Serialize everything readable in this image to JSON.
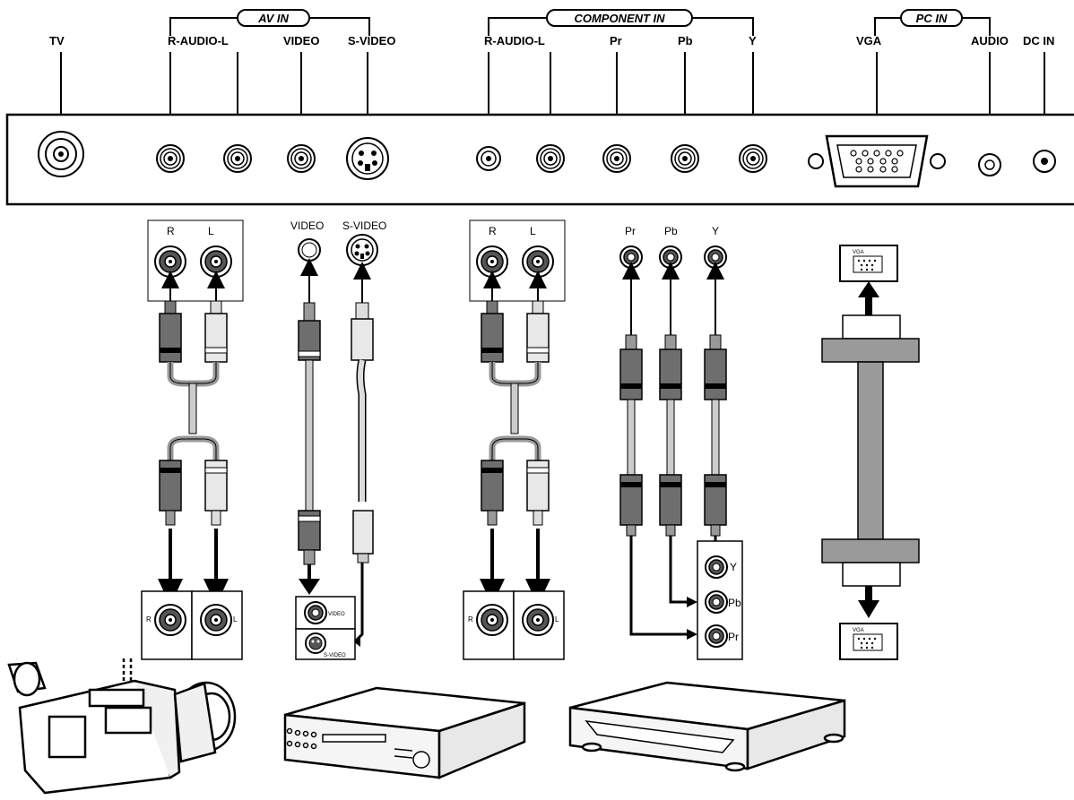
{
  "groups": {
    "av_in": "AV IN",
    "component_in": "COMPONENT IN",
    "pc_in": "PC IN"
  },
  "panel_labels": {
    "tv": "TV",
    "av_audio": "R-AUDIO-L",
    "video": "VIDEO",
    "svideo": "S-VIDEO",
    "comp_audio": "R-AUDIO-L",
    "pr": "Pr",
    "pb": "Pb",
    "y": "Y",
    "vga": "VGA",
    "audio": "AUDIO",
    "dc_in": "DC IN"
  },
  "cable_labels": {
    "av_r": "R",
    "av_l": "L",
    "video": "VIDEO",
    "svideo": "S-VIDEO",
    "comp_r": "R",
    "comp_l": "L",
    "pr": "Pr",
    "pb": "Pb",
    "y": "Y",
    "vga_top": "VGA"
  },
  "device_labels": {
    "av_r": "R",
    "av_l": "L",
    "video": "VIDEO",
    "svideo": "S-VIDEO",
    "comp_r": "R",
    "comp_l": "L",
    "y": "Y",
    "pb": "Pb",
    "pr": "Pr",
    "vga_bottom": "VGA"
  },
  "colors": {
    "ink": "#000000",
    "cable_dark": "#6e6e6e",
    "cable_light": "#e8e8e8",
    "vga_cable": "#9a9a9a"
  }
}
